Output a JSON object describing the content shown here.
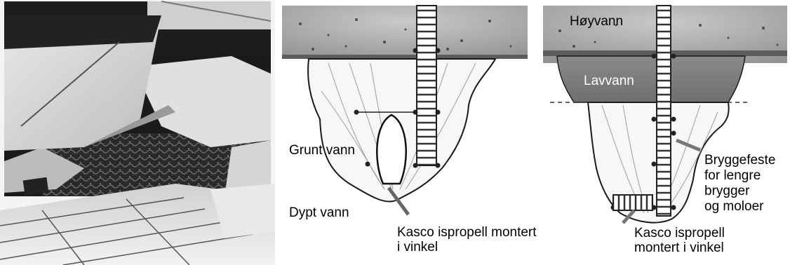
{
  "left_diagram": {
    "grunt_vann": "Grunt vann",
    "dypt_vann": "Dypt vann",
    "caption_line1": "Kasco ispropell montert",
    "caption_line2": "i vinkel"
  },
  "right_diagram": {
    "hoyvann": "Høyvann",
    "lavvann": "Lavvann",
    "bryggefeste_lines": [
      "Bryggefeste",
      "for lengre",
      "brygger",
      "og moloer"
    ],
    "caption_line1": "Kasco ispropell",
    "caption_line2": "montert i vinkel"
  }
}
